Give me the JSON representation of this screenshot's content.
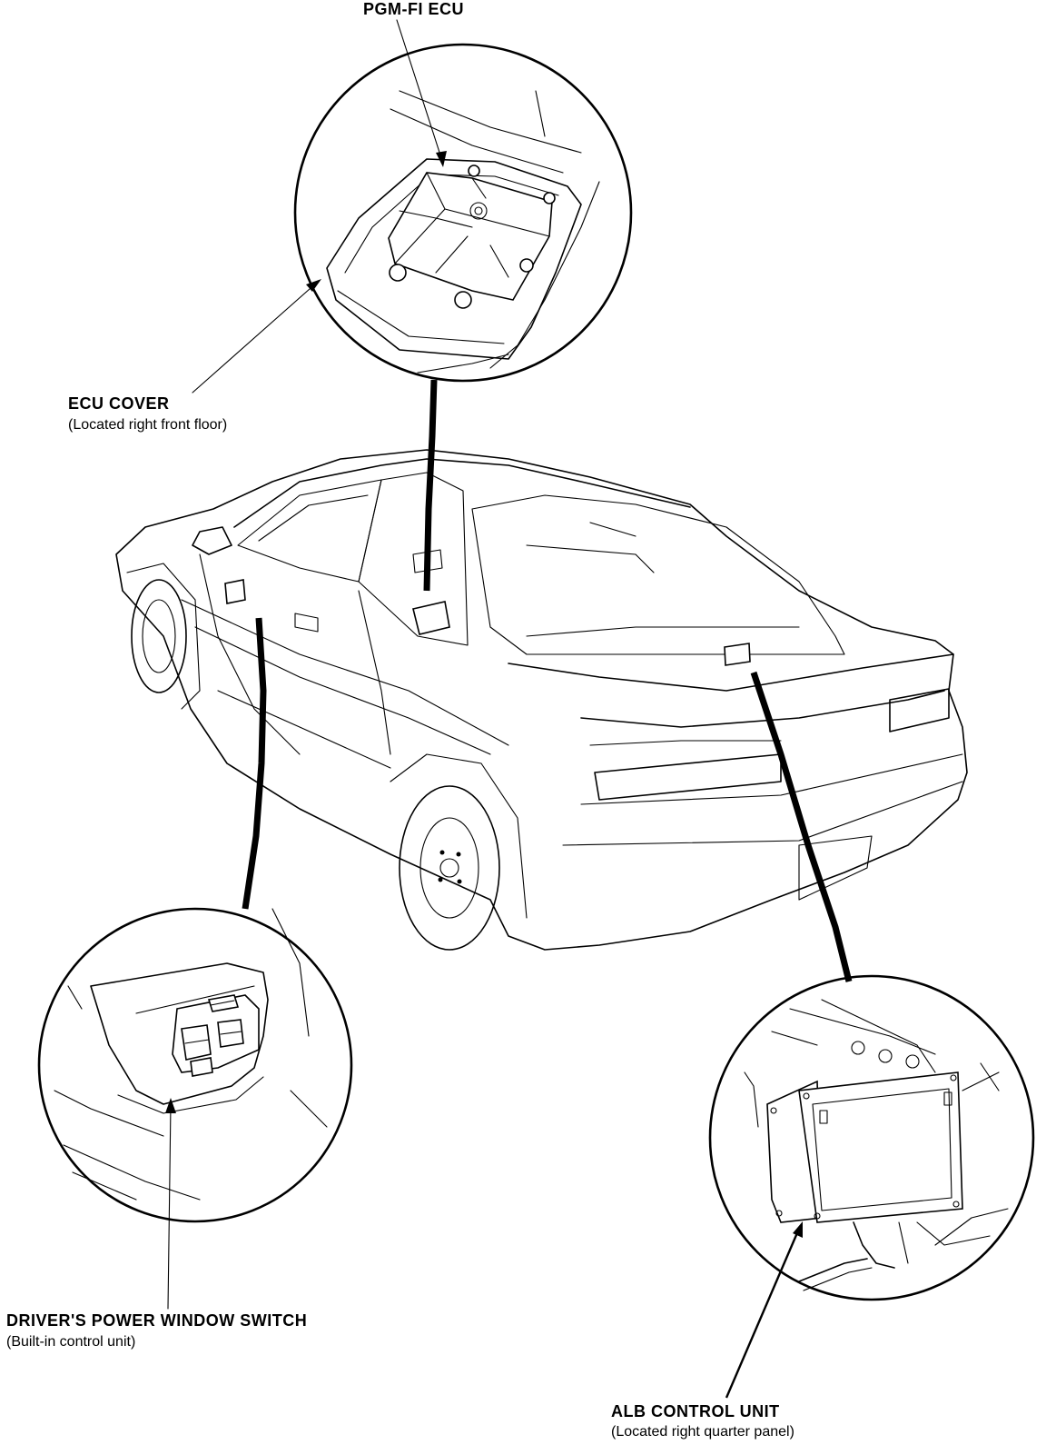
{
  "labels": {
    "pgm_fi_ecu": "PGM-FI ECU",
    "ecu_cover": "ECU COVER",
    "ecu_cover_note": "(Located right front floor)",
    "driver_power_window_switch": "DRIVER'S POWER WINDOW SWITCH",
    "driver_power_window_switch_note": "(Built-in control unit)",
    "alb_control_unit": "ALB CONTROL UNIT",
    "alb_control_unit_note": "(Located right quarter panel)"
  }
}
